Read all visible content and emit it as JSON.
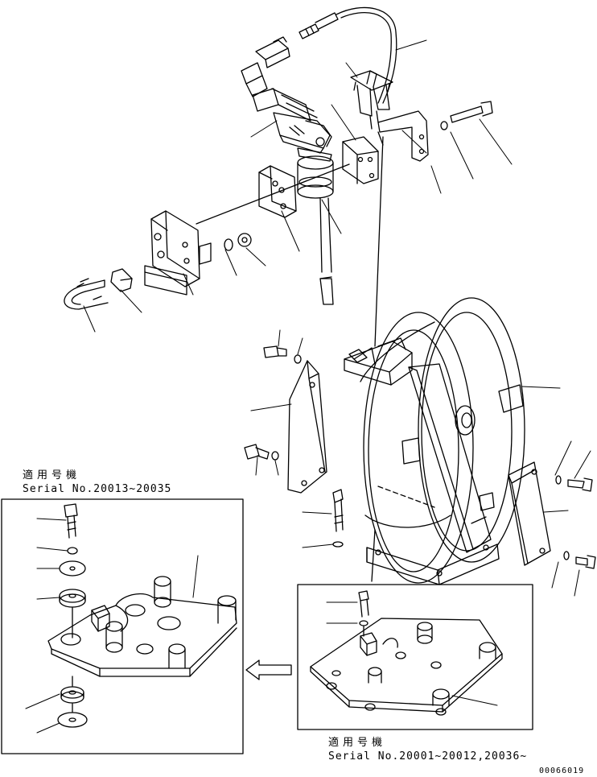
{
  "left_inset": {
    "applicability_label": "適用号機",
    "serial_text": "Serial No.20013~20035"
  },
  "right_inset": {
    "applicability_label": "適用号機",
    "serial_text": "Serial No.20001~20012,20036~"
  },
  "document_id": "00066019",
  "colors": {
    "line": "#000000",
    "background": "#ffffff"
  }
}
